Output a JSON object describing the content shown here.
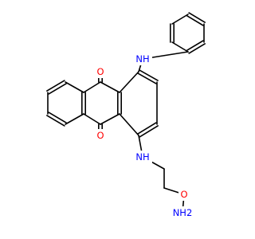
{
  "molecule": {
    "atom_labels": {
      "o_top": "O",
      "o_bottom": "O",
      "nh_top": "NH",
      "nh_bottom": "NH",
      "o_ether": "O",
      "nh2": "NH2"
    },
    "colors": {
      "carbon_bond": "#000000",
      "oxygen": "#ff0000",
      "nitrogen": "#0000ff"
    }
  }
}
